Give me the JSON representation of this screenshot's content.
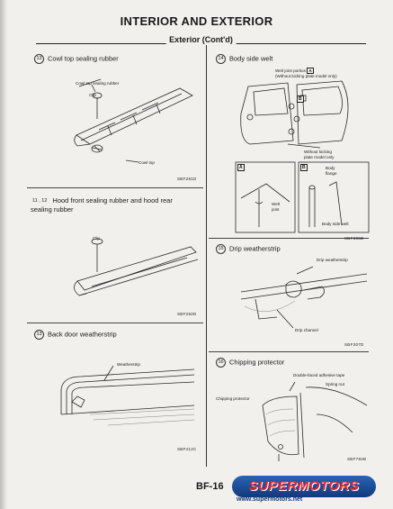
{
  "header": {
    "title": "INTERIOR AND EXTERIOR",
    "subtitle": "Exterior (Cont'd)"
  },
  "sections": {
    "s13": {
      "number": "13",
      "title": "Cowl top sealing rubber",
      "code": "SBF281D",
      "labels": {
        "rubber": "Cowl top sealing rubber",
        "clip": "Clip",
        "cowl": "Cowl top"
      }
    },
    "s14": {
      "number": "14",
      "title": "Body side welt",
      "code": "SBF306D",
      "labels": {
        "joint": "Welt joint portion",
        "joint_note": "(Without kicking plate model only)",
        "a": "A",
        "b": "B",
        "nokick": "Without kicking",
        "nokick2": "plate model only",
        "weltjoint": "Welt",
        "weltjoint2": "joint",
        "body": "Body",
        "body2": "flange",
        "bodywelt": "Body side welt"
      }
    },
    "s15": {
      "number": "11 , 12",
      "title": "Hood front sealing rubber and hood rear",
      "title2": "sealing rubber",
      "code": "SBF282D",
      "labels": {
        "clip": "Clip"
      }
    },
    "s16": {
      "number": "15",
      "title": "Drip weatherstrip",
      "code": "SBF307D",
      "labels": {
        "drip": "Drip weatherstrip",
        "channel": "Drip channel"
      }
    },
    "s17": {
      "number": "13",
      "title": "Back door weatherstrip",
      "code": "SBF412C",
      "labels": {
        "weather": "Weatherstrip"
      }
    },
    "s18": {
      "number": "16",
      "title": "Chipping protector",
      "code": "SBF782B",
      "labels": {
        "tape": "Double-faced adhesive tape",
        "nut": "Spring nut",
        "prot": "Chipping protector"
      }
    }
  },
  "footer": {
    "page": "BF-16",
    "brand": "SUPERMOTORS",
    "url": "www.supermotors.net"
  }
}
